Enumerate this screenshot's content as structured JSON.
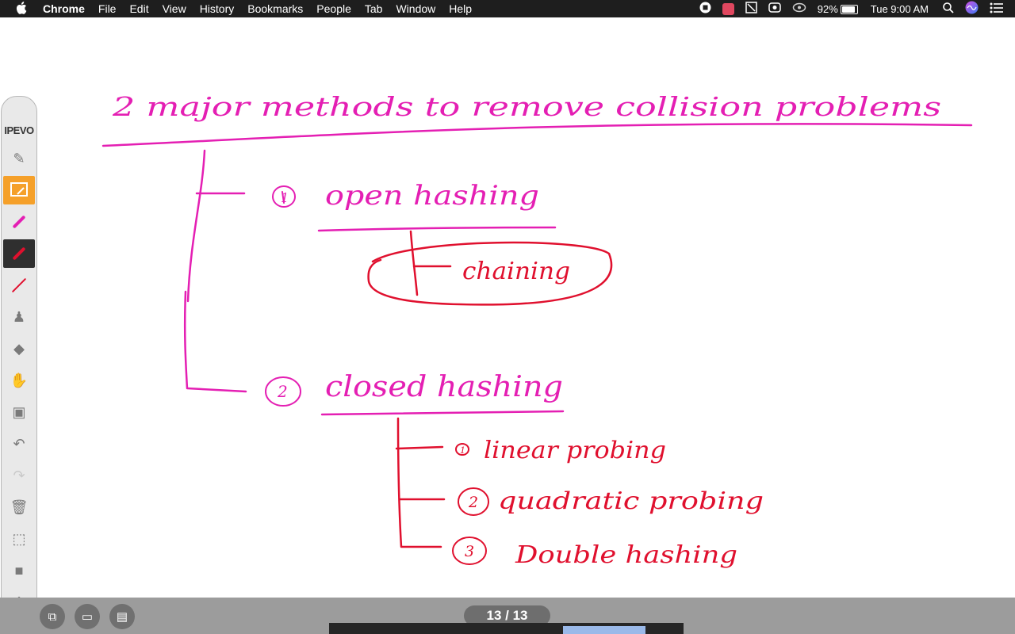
{
  "menubar": {
    "app_name": "Chrome",
    "menus": [
      "File",
      "Edit",
      "View",
      "History",
      "Bookmarks",
      "People",
      "Tab",
      "Window",
      "Help"
    ],
    "battery_percent": "92%",
    "clock": "Tue 9:00 AM",
    "status_icons": [
      "record-icon",
      "pen-app-icon",
      "crop-icon",
      "presenter-icon",
      "screen-share-icon",
      "battery-icon",
      "spotlight-icon",
      "siri-icon",
      "control-menu-icon"
    ]
  },
  "toolbar": {
    "brand": "IPEVO",
    "tools": [
      {
        "name": "pen-style-icon",
        "state": "normal"
      },
      {
        "name": "whiteboard-icon",
        "state": "active"
      },
      {
        "name": "magenta-pen-icon",
        "state": "normal",
        "color": "#e41fb3"
      },
      {
        "name": "red-pen-icon",
        "state": "selected",
        "color": "#e0102e"
      },
      {
        "name": "line-icon",
        "state": "normal",
        "color": "#e0102e"
      },
      {
        "name": "stamp-icon",
        "state": "normal"
      },
      {
        "name": "eraser-icon",
        "state": "normal"
      },
      {
        "name": "hand-icon",
        "state": "normal"
      },
      {
        "name": "briefcase-icon",
        "state": "normal"
      },
      {
        "name": "undo-icon",
        "state": "normal"
      },
      {
        "name": "redo-icon",
        "state": "disabled"
      },
      {
        "name": "trash-icon",
        "state": "normal"
      },
      {
        "name": "capture-region-icon",
        "state": "normal"
      },
      {
        "name": "camera-icon",
        "state": "normal"
      },
      {
        "name": "collapse-up-icon",
        "state": "normal"
      }
    ]
  },
  "colors": {
    "menubar_bg": "#1e1e1e",
    "ink_magenta": "#e41fb3",
    "ink_red": "#e0102e",
    "active_tool": "#f5a02a",
    "bottombar_bg": "#9c9c9c"
  },
  "whiteboard": {
    "heading": "2 major methods to remove collision problems",
    "branch_1": {
      "number": "1",
      "label": "open hashing"
    },
    "branch_1_sub": "chaining",
    "branch_2": {
      "number": "2",
      "label": "closed hashing"
    },
    "branch_2_subs": [
      {
        "number": "1",
        "label": "linear probing"
      },
      {
        "number": "2",
        "label": "quadratic probing"
      },
      {
        "number": "3",
        "label": "Double hashing"
      }
    ]
  },
  "bottombar": {
    "buttons": [
      "new-page-icon",
      "open-folder-icon",
      "save-icon"
    ],
    "page_indicator": "13 / 13"
  }
}
